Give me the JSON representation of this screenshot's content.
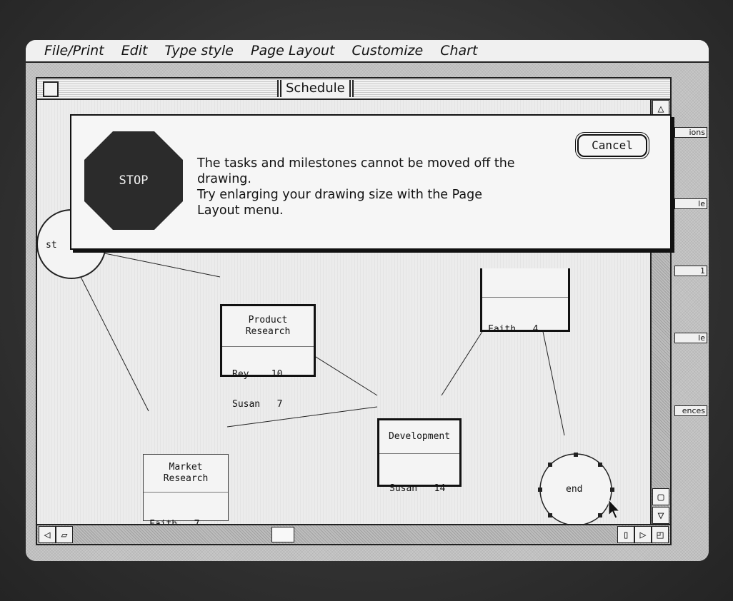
{
  "menubar": {
    "items": [
      "File/Print",
      "Edit",
      "Type style",
      "Page Layout",
      "Customize",
      "Chart"
    ]
  },
  "window": {
    "title": "Schedule"
  },
  "alert": {
    "icon": "stop-sign-icon",
    "icon_label": "STOP",
    "message_lines": [
      "The tasks and milestones cannot be moved off the",
      "drawing.",
      "Try enlarging your drawing size with the Page",
      "Layout menu."
    ],
    "cancel_label": "Cancel"
  },
  "chart": {
    "start_node_label": "st",
    "end_node_label": "end",
    "tasks": [
      {
        "name_lines": [
          "Product",
          "Research"
        ],
        "resources": [
          "Rey    10",
          "Susan   7"
        ]
      },
      {
        "name_lines": [
          "Development"
        ],
        "resources": [
          "Susan   14"
        ]
      },
      {
        "name_lines": [
          "Market",
          "Research"
        ],
        "resources": [
          "Faith   7"
        ]
      },
      {
        "name_lines": [
          ""
        ],
        "resources": [
          "Faith   4"
        ]
      }
    ]
  },
  "desktop_icons": [
    "ions",
    "le",
    "1",
    "le",
    "ences"
  ],
  "colors": {
    "screen": "#d9d9d9",
    "ink": "#111111",
    "stop_fill": "#2b2b2b"
  }
}
